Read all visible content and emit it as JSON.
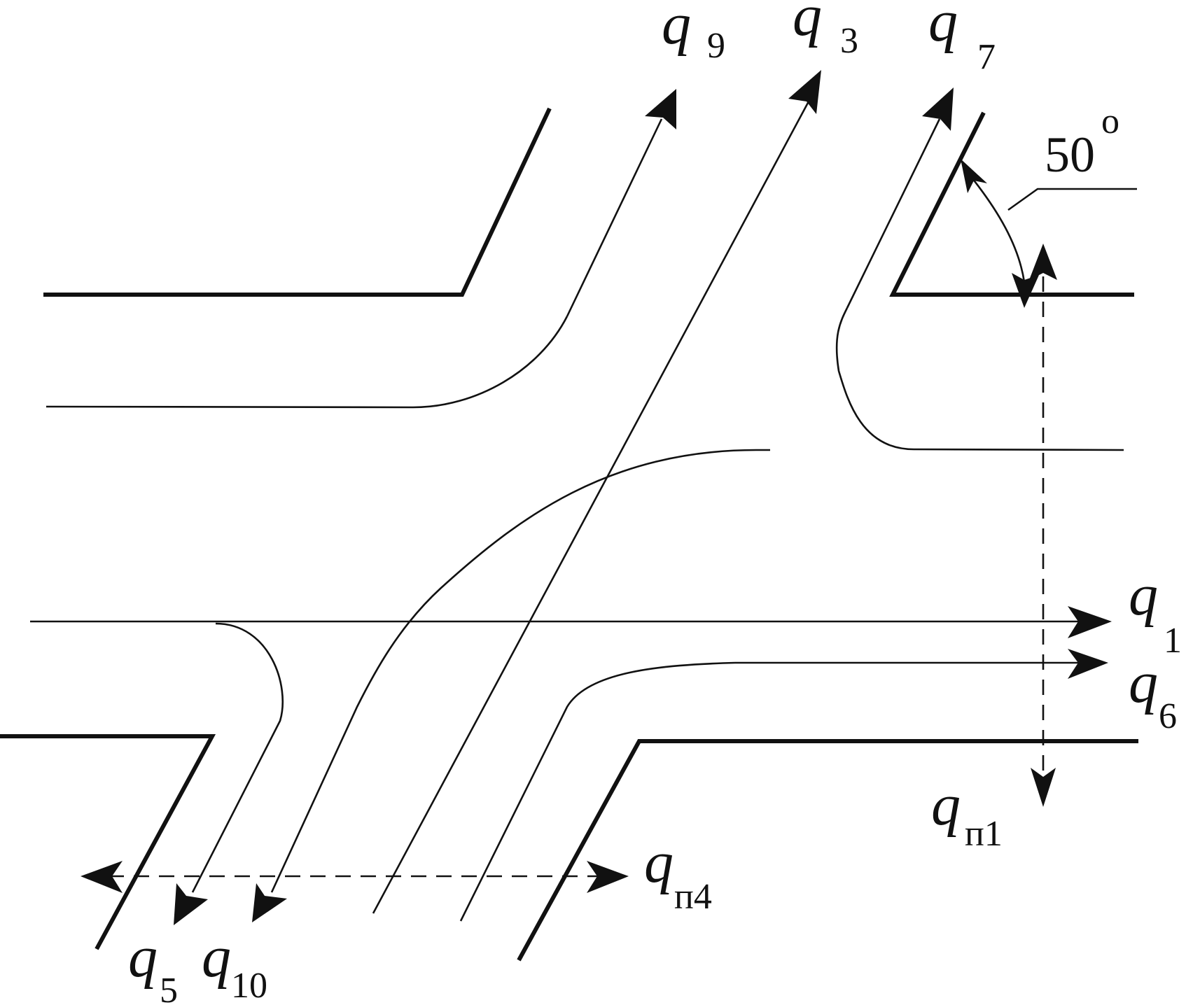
{
  "labels": {
    "q9": {
      "q": "q",
      "sub": "9"
    },
    "q3": {
      "q": "q",
      "sub": "3"
    },
    "q7": {
      "q": "q",
      "sub": "7"
    },
    "q1": {
      "q": "q",
      "sub": "1"
    },
    "q6": {
      "q": "q",
      "sub": "6"
    },
    "qp1": {
      "q": "q",
      "sub": "п1"
    },
    "qp4": {
      "q": "q",
      "sub": "п4"
    },
    "q5": {
      "q": "q",
      "sub": "5"
    },
    "q10": {
      "q": "q",
      "sub": "10"
    }
  },
  "angle": {
    "value": "50",
    "unit": "o"
  }
}
